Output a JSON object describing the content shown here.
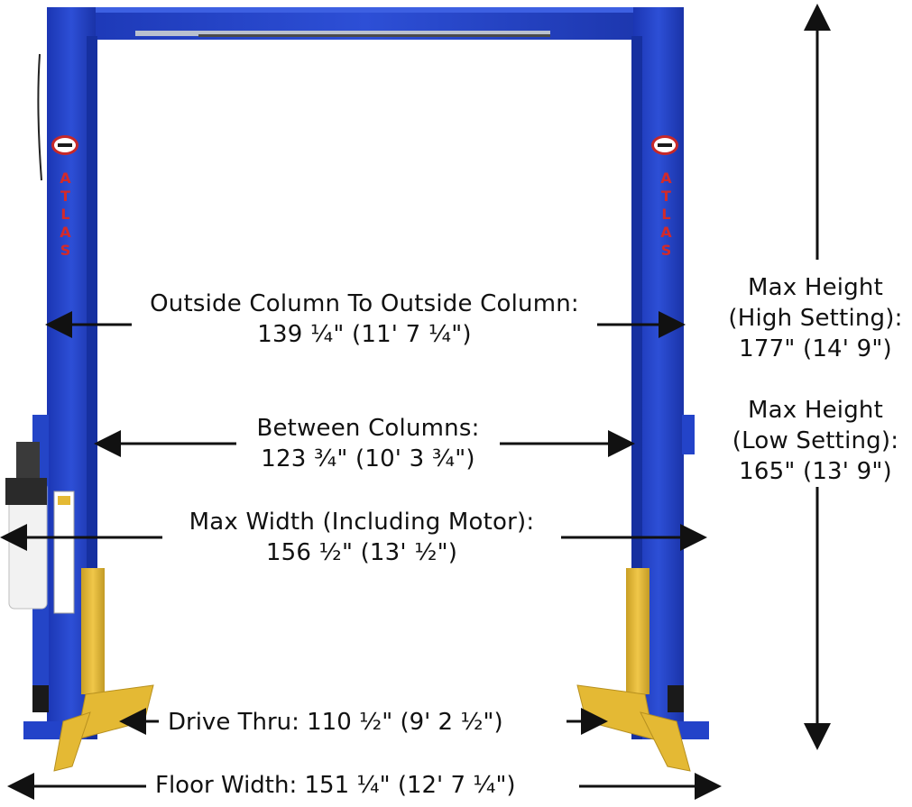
{
  "brand": "ATLAS",
  "colors": {
    "column_blue": "#2343c9",
    "column_blue_dark": "#1832a5",
    "arm_yellow": "#e4b934",
    "arm_yellow_dark": "#b7901f",
    "arrow": "#111111",
    "text": "#111111",
    "logo_red": "#c62828"
  },
  "dimensions": {
    "outside": {
      "label": "Outside Column To Outside Column:",
      "value": "139 ¼\" (11' 7 ¼\")"
    },
    "between": {
      "label": "Between Columns:",
      "value": "123 ¾\" (10' 3 ¾\")"
    },
    "max_width": {
      "label": "Max Width (Including Motor):",
      "value": "156 ½\" (13' ½\")"
    },
    "drive_thru": {
      "label": "Drive Thru:",
      "value": "110 ½\" (9' 2 ½\")"
    },
    "floor_width": {
      "label": "Floor Width:",
      "value": "151 ¼\" (12' 7 ¼\")"
    },
    "max_height_high": {
      "line1": "Max Height",
      "line2": "(High Setting):",
      "value": "177\" (14' 9\")"
    },
    "max_height_low": {
      "line1": "Max Height",
      "line2": "(Low Setting):",
      "value": "165\" (13' 9\")"
    }
  }
}
